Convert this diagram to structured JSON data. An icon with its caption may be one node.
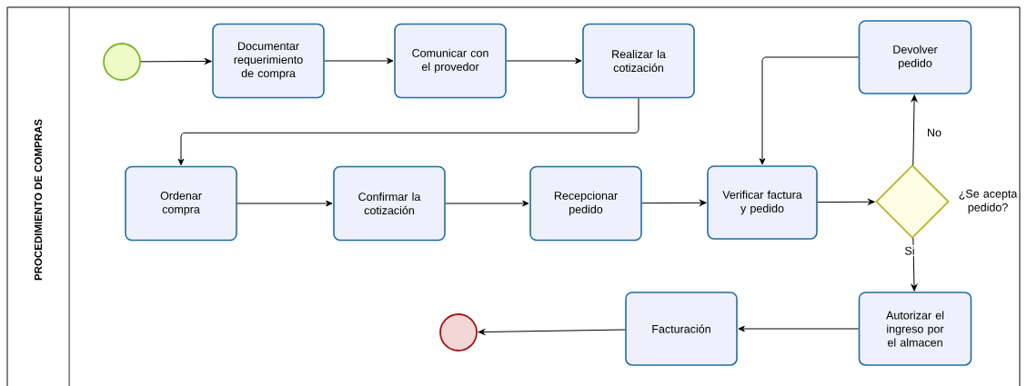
{
  "diagram": {
    "nodes": [
      {
        "text": [
          "PROCEDIMIENTO DE COMPRAS"
        ]
      },
      {
        "text": [],
        "shape": "circle",
        "in": 0
      },
      {
        "text": [
          "Documentar requerimiento de compra"
        ],
        "in": 0
      },
      {
        "text": [
          "Comunicar con el provedor"
        ],
        "in": 0
      },
      {
        "text": [
          "Realizar la cotización"
        ],
        "in": 0
      },
      {
        "text": [
          "Devolver pedido"
        ],
        "in": 0
      },
      {
        "text": [
          "Ordenar compra"
        ],
        "in": 0
      },
      {
        "text": [
          "Confirmar la cotización"
        ],
        "in": 0
      },
      {
        "text": [
          "Recepcionar pedido"
        ],
        "in": 0
      },
      {
        "text": [
          "Verificar factura y pedido"
        ],
        "in": 0
      },
      {
        "text": [],
        "shape": "diamond",
        "beside": [
          "¿Se acepta pedido?"
        ],
        "in": 0
      },
      {
        "text": [
          "Autorizar el ingreso por el almacen"
        ],
        "in": 0
      },
      {
        "text": [
          "Facturación"
        ],
        "in": 0
      },
      {
        "text": [],
        "shape": "circle",
        "in": 0
      }
    ],
    "edges": [
      {
        "from": 1,
        "to": 2,
        "arrow": "to"
      },
      {
        "from": 2,
        "to": 3,
        "arrow": "to"
      },
      {
        "from": 3,
        "to": 4,
        "arrow": "to"
      },
      {
        "from": 4,
        "to": 6,
        "arrow": "to"
      },
      {
        "from": 6,
        "to": 7,
        "arrow": "to"
      },
      {
        "from": 7,
        "to": 8,
        "arrow": "to"
      },
      {
        "from": 8,
        "to": 9,
        "arrow": "to"
      },
      {
        "from": 9,
        "to": 10,
        "arrow": "to"
      },
      {
        "from": 10,
        "to": 5,
        "arrow": "to",
        "label": "No"
      },
      {
        "from": 5,
        "to": 9,
        "arrow": "to"
      },
      {
        "from": 10,
        "to": 11,
        "arrow": "to",
        "label": "Si"
      },
      {
        "from": 11,
        "to": 12,
        "arrow": "to"
      },
      {
        "from": 12,
        "to": 13,
        "arrow": "to"
      }
    ]
  }
}
